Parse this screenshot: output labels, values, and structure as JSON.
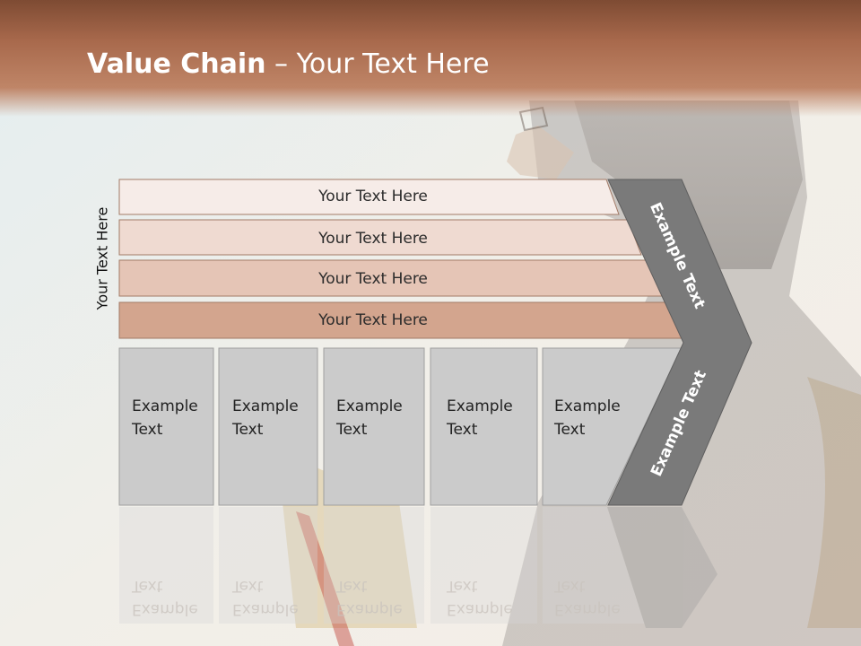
{
  "slide": {
    "title_bold": "Value Chain",
    "title_rest": " – Your Text Here",
    "side_label": "Your Text Here"
  },
  "rows": [
    {
      "label": "Your Text Here",
      "color": "#f6ece8"
    },
    {
      "label": "Your Text Here",
      "color": "#efdad1"
    },
    {
      "label": "Your Text Here",
      "color": "#e5c5b6"
    },
    {
      "label": "Your Text Here",
      "color": "#d3a58e"
    }
  ],
  "columns": [
    {
      "line1": "Example",
      "line2": "Text"
    },
    {
      "line1": "Example",
      "line2": "Text"
    },
    {
      "line1": "Example",
      "line2": "Text"
    },
    {
      "line1": "Example",
      "line2": "Text"
    },
    {
      "line1": "Example",
      "line2": "Text"
    }
  ],
  "arrow": {
    "upper_label": "Example Text",
    "lower_label": "Example Text",
    "color": "#7a7a7a"
  },
  "colors": {
    "column_fill": "#cbcbcb",
    "row_stroke": "#a27a66"
  }
}
